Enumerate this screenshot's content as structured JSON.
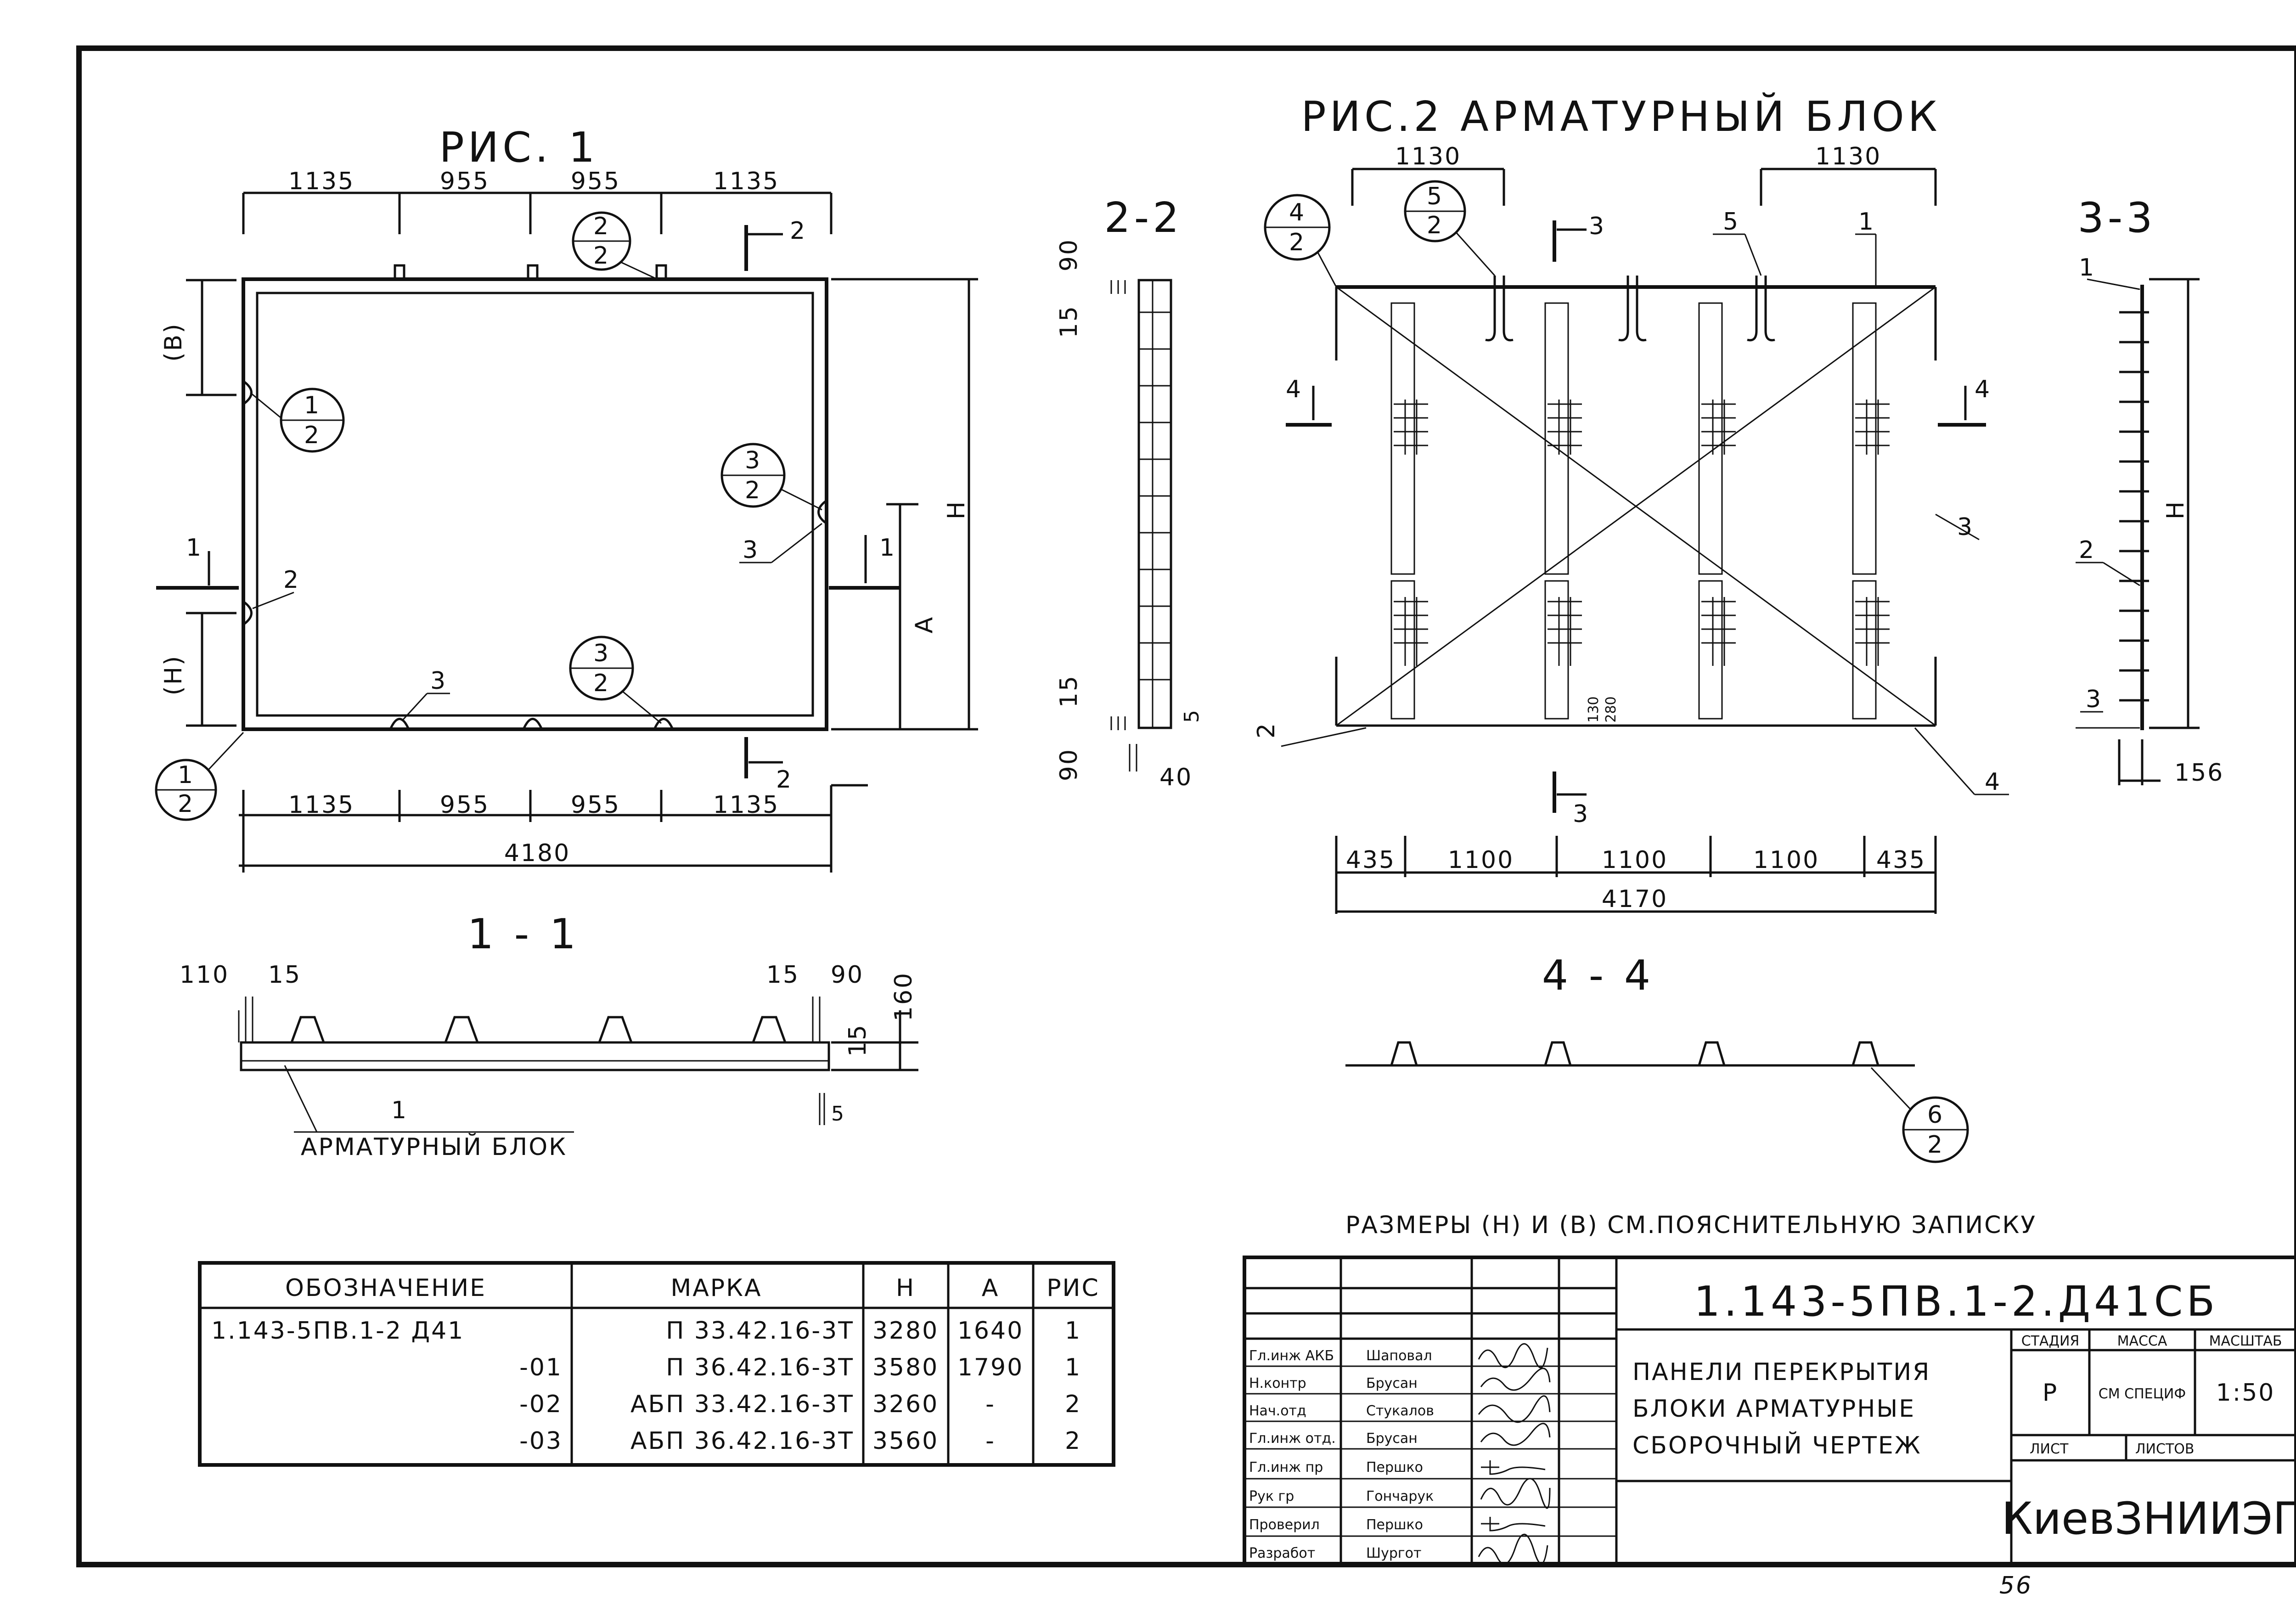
{
  "sheet": {
    "page_number": "56",
    "note": "РАЗМЕРЫ (Н) И (В) СМ.ПОЯСНИТЕЛЬНУЮ ЗАПИСКУ"
  },
  "fig1": {
    "title": "РИС. 1",
    "top_dims": [
      "1135",
      "955",
      "955",
      "1135"
    ],
    "bottom_dims": [
      "1135",
      "955",
      "955",
      "1135"
    ],
    "total_width": "4180",
    "left_labels": [
      "(В)",
      "(Н)"
    ],
    "right_labels": [
      "Н",
      "А"
    ],
    "callouts": [
      {
        "num": "2",
        "den": "2"
      },
      {
        "num": "1",
        "den": "2"
      },
      {
        "num": "3",
        "den": "2"
      },
      {
        "num": "3",
        "den": "2"
      },
      {
        "num": "1",
        "den": "2"
      }
    ],
    "pos_labels": [
      "2",
      "3",
      "3"
    ],
    "section_marks": [
      "2",
      "1",
      "1",
      "2"
    ]
  },
  "section_2_2": {
    "title": "2-2",
    "dims": [
      "90",
      "15",
      "15",
      "90",
      "5",
      "40"
    ]
  },
  "fig2": {
    "title": "РИС.2 АРМАТУРНЫЙ БЛОК",
    "top_dims": [
      "1130",
      "1130"
    ],
    "bottom_dims": [
      "435",
      "1100",
      "1100",
      "1100",
      "435"
    ],
    "total_width": "4170",
    "callouts": [
      {
        "num": "4",
        "den": "2"
      },
      {
        "num": "5",
        "den": "2"
      }
    ],
    "pos_labels": [
      "5",
      "1",
      "3",
      "4",
      "2"
    ],
    "inner_dims": [
      "130",
      "280"
    ],
    "section_marks": [
      "3",
      "3",
      "4",
      "4"
    ]
  },
  "section_3_3": {
    "title": "3-3",
    "pos_labels": [
      "1",
      "2",
      "3"
    ],
    "height_label": "Н",
    "dim": "156"
  },
  "section_1_1": {
    "title": "1 - 1",
    "dims_left": [
      "110",
      "15"
    ],
    "dims_right": [
      "15",
      "90"
    ],
    "dims_side": [
      "160",
      "15",
      "5"
    ],
    "pos_label": "1",
    "block_label": "АРМАТУРНЫЙ БЛОК"
  },
  "section_4_4": {
    "title": "4 - 4",
    "callout": {
      "num": "6",
      "den": "2"
    }
  },
  "spec_table": {
    "headers": [
      "ОБОЗНАЧЕНИЕ",
      "МАРКА",
      "Н",
      "А",
      "РИС"
    ],
    "rows": [
      [
        "1.143-5ПВ.1-2 Д41",
        "П 33.42.16-3Т",
        "3280",
        "1640",
        "1"
      ],
      [
        "-01",
        "П 36.42.16-3Т",
        "3580",
        "1790",
        "1"
      ],
      [
        "-02",
        "АБП 33.42.16-3Т",
        "3260",
        "-",
        "2"
      ],
      [
        "-03",
        "АБП 36.42.16-3Т",
        "3560",
        "-",
        "2"
      ]
    ]
  },
  "title_block": {
    "code": "1.143-5ПВ.1-2.Д41СБ",
    "description": [
      "ПАНЕЛИ ПЕРЕКРЫТИЯ",
      "БЛОКИ АРМАТУРНЫЕ",
      "СБОРОЧНЫЙ ЧЕРТЕЖ"
    ],
    "stage_header": "СТАДИЯ",
    "mass_header": "МАССА",
    "scale_header": "МАСШТАБ",
    "stage": "Р",
    "mass": "СМ СПЕЦИФ",
    "scale": "1:50",
    "sheet_header": "ЛИСТ",
    "sheets_header": "ЛИСТОВ",
    "organization": "КиевЗНИИЭП",
    "signatures": [
      {
        "role": "Гл.инж АКБ",
        "name": "Шаповал"
      },
      {
        "role": "Н.контр",
        "name": "Брусан"
      },
      {
        "role": "Нач.отд",
        "name": "Стукалов"
      },
      {
        "role": "Гл.инж отд.",
        "name": "Брусан"
      },
      {
        "role": "Гл.инж пр",
        "name": "Першко"
      },
      {
        "role": "Рук гр",
        "name": "Гончарук"
      },
      {
        "role": "Проверил",
        "name": "Першко"
      },
      {
        "role": "Разработ",
        "name": "Шургот"
      }
    ]
  }
}
